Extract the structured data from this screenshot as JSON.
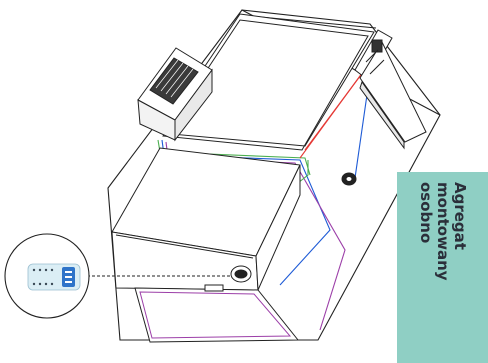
{
  "side_label": {
    "lines": [
      "Agregat",
      "montowany",
      "osobno"
    ],
    "background": "#8fcfc4",
    "text_color": "#2b2f3a"
  },
  "colors": {
    "outline": "#222222",
    "pipe_green": "#4caf50",
    "pipe_red": "#e53935",
    "pipe_blue": "#1e5bd6",
    "pipe_purple": "#9c3fa8",
    "controller_panel": "#dbeef5",
    "controller_display": "#2f74c9"
  },
  "icons": [
    "condensing-unit-icon",
    "evaporator-icon",
    "controller-icon",
    "valve-icon"
  ]
}
